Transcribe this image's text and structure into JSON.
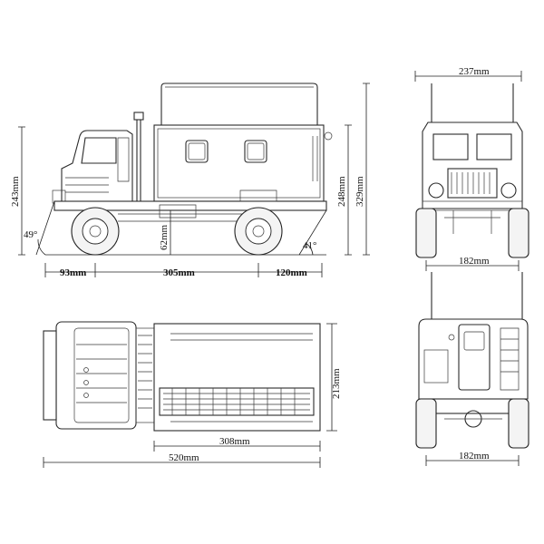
{
  "dimensions": {
    "side_total_height": "243mm",
    "side_box_height": "248mm",
    "side_overall_height": "329mm",
    "front_width_top": "237mm",
    "front_track": "182mm",
    "rear_track": "182mm",
    "top_width": "213mm",
    "top_box_length": "308mm",
    "top_total_length": "520mm",
    "front_overhang": "93mm",
    "wheelbase": "305mm",
    "rear_overhang": "120mm",
    "ground_clearance": "62mm",
    "approach_angle": "49°",
    "departure_angle": "41°"
  }
}
